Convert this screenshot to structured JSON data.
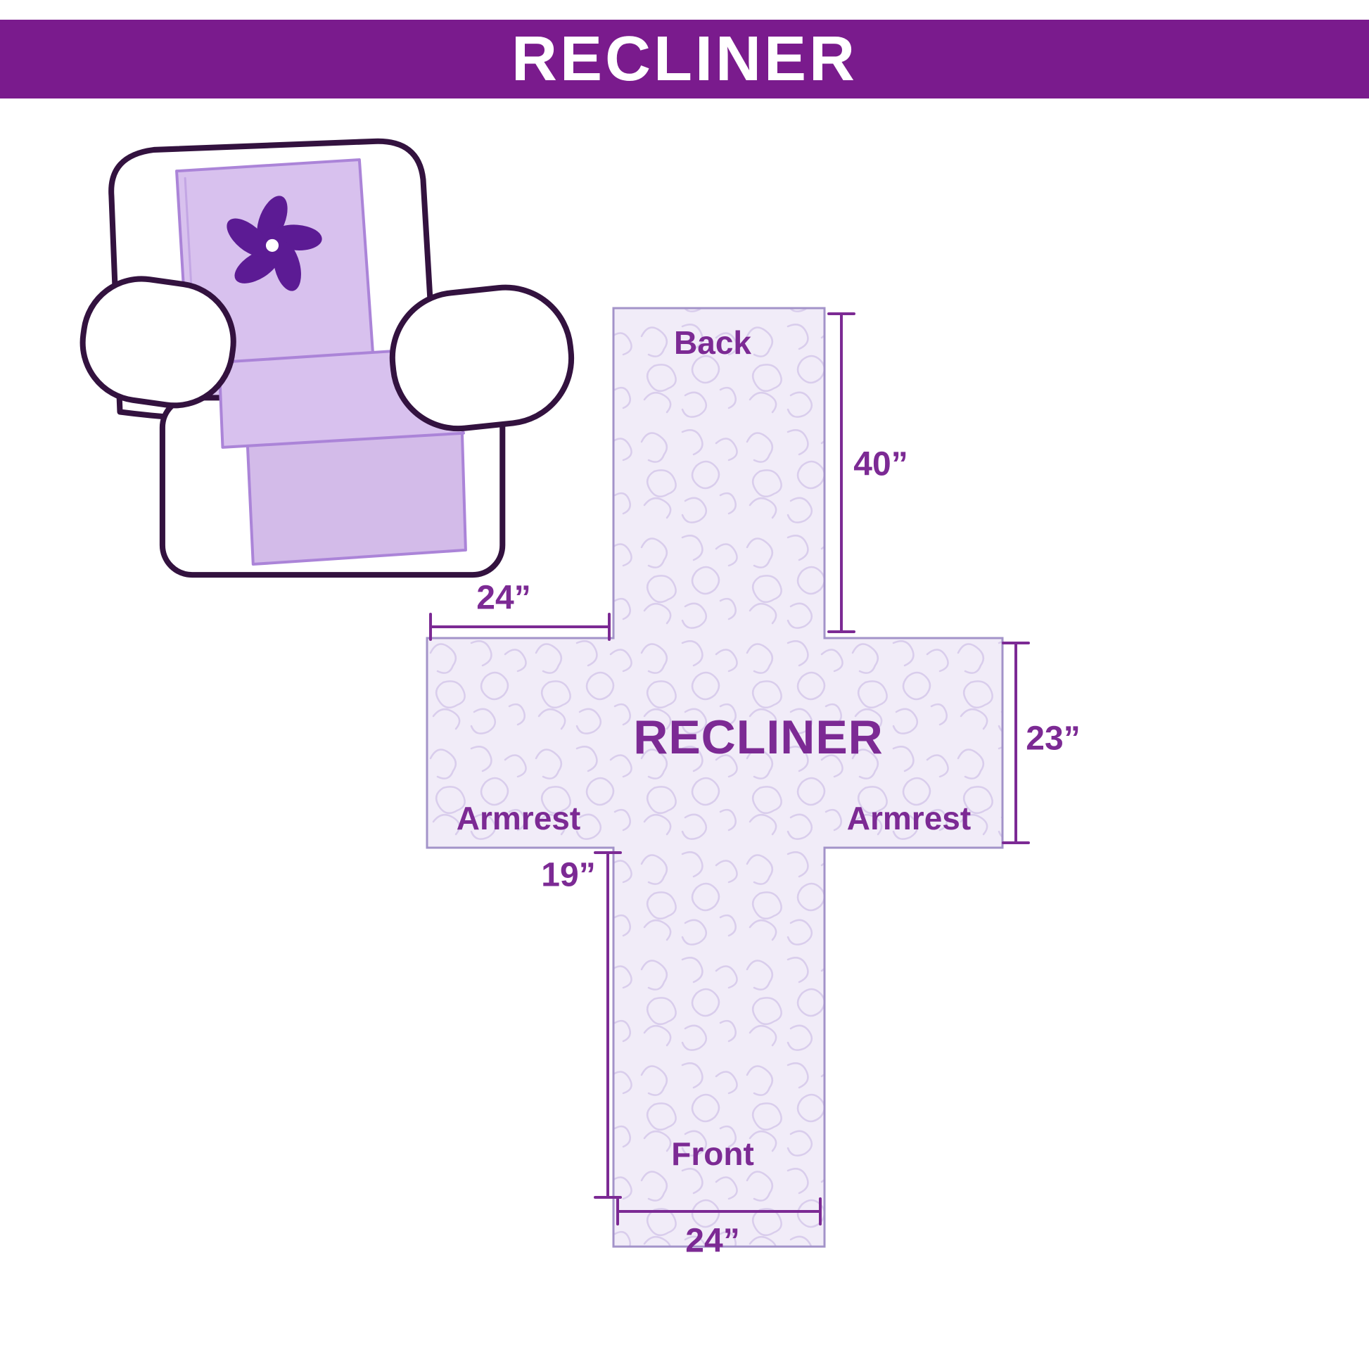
{
  "banner": {
    "title": "RECLINER"
  },
  "diagram": {
    "center_label": "RECLINER",
    "labels": {
      "back": "Back",
      "front": "Front",
      "armrest_left": "Armrest",
      "armrest_right": "Armrest"
    },
    "dimensions": {
      "back_height": "40”",
      "armrest_top_width": "24”",
      "side_height": "23”",
      "front_drop": "19”",
      "front_width": "24”"
    }
  },
  "colors": {
    "banner_bg": "#7a1b8d",
    "accent_purple": "#7c2a94",
    "chair_outline": "#33123f",
    "cover_fill": "#d8c1ee",
    "cover_edge": "#ab84d8",
    "pinwheel_purple": "#5c1b94",
    "quilt_bg": "#f1ecf8",
    "quilt_line": "#d9cdec",
    "cross_outline": "#a393c9"
  }
}
